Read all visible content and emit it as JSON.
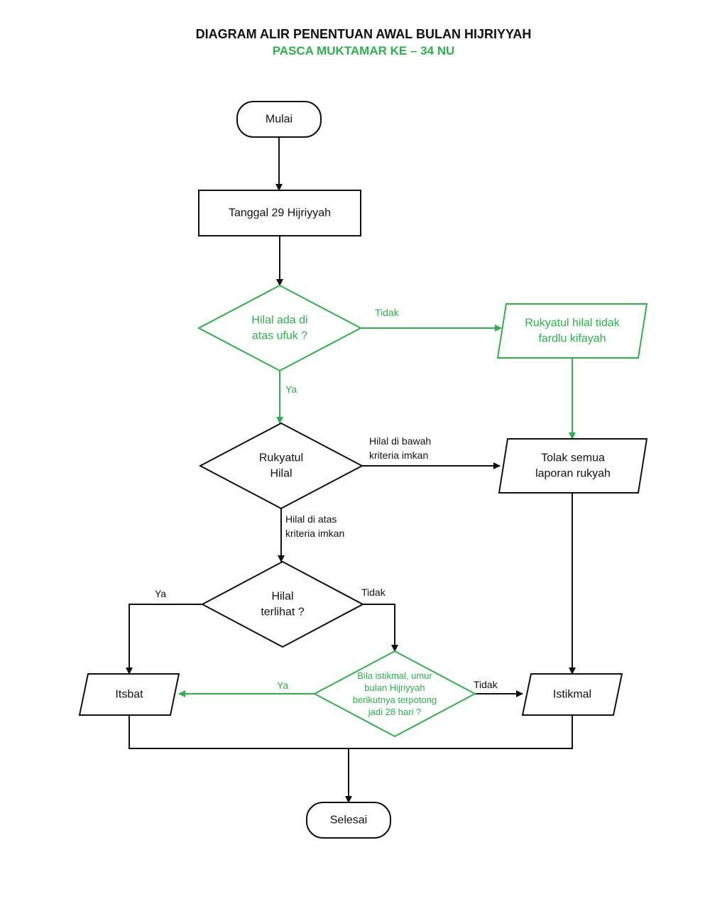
{
  "colors": {
    "black": "#111111",
    "green": "#2bb34a",
    "background": "#ffffff"
  },
  "header": {
    "title": "DIAGRAM ALIR PENENTUAN AWAL BULAN HIJRIYYAH",
    "subtitle": "PASCA MUKTAMAR KE – 34 NU"
  },
  "nodes": {
    "start": [
      "Mulai"
    ],
    "date": [
      "Tanggal 29 Hijriyyah"
    ],
    "above_horizon": [
      "Hilal ada di",
      "atas ufuk ?"
    ],
    "not_obligatory": [
      "Rukyatul hilal tidak",
      "fardlu kifayah"
    ],
    "rukyat": [
      "Rukyatul",
      "Hilal"
    ],
    "reject": [
      "Tolak semua",
      "laporan rukyah"
    ],
    "seen": [
      "Hilal",
      "terlihat ?"
    ],
    "istikmal_check": [
      "Bila istikmal, umur",
      "bulan Hijriyyah",
      "berikutnya terpotong",
      "jadi 28 hari ?"
    ],
    "itsbat": [
      "Itsbat"
    ],
    "istikmal": [
      "Istikmal"
    ],
    "end": [
      "Selesai"
    ]
  },
  "edge_labels": {
    "horizon_no": [
      "Tidak"
    ],
    "horizon_yes": [
      "Ya"
    ],
    "below_criteria": [
      "Hilal di bawah",
      "kriteria imkan"
    ],
    "above_criteria": [
      "Hilal di atas",
      "kriteria imkan"
    ],
    "seen_yes": [
      "Ya"
    ],
    "seen_no": [
      "Tidak"
    ],
    "check_yes": [
      "Ya"
    ],
    "check_no": [
      "Tidak"
    ]
  }
}
